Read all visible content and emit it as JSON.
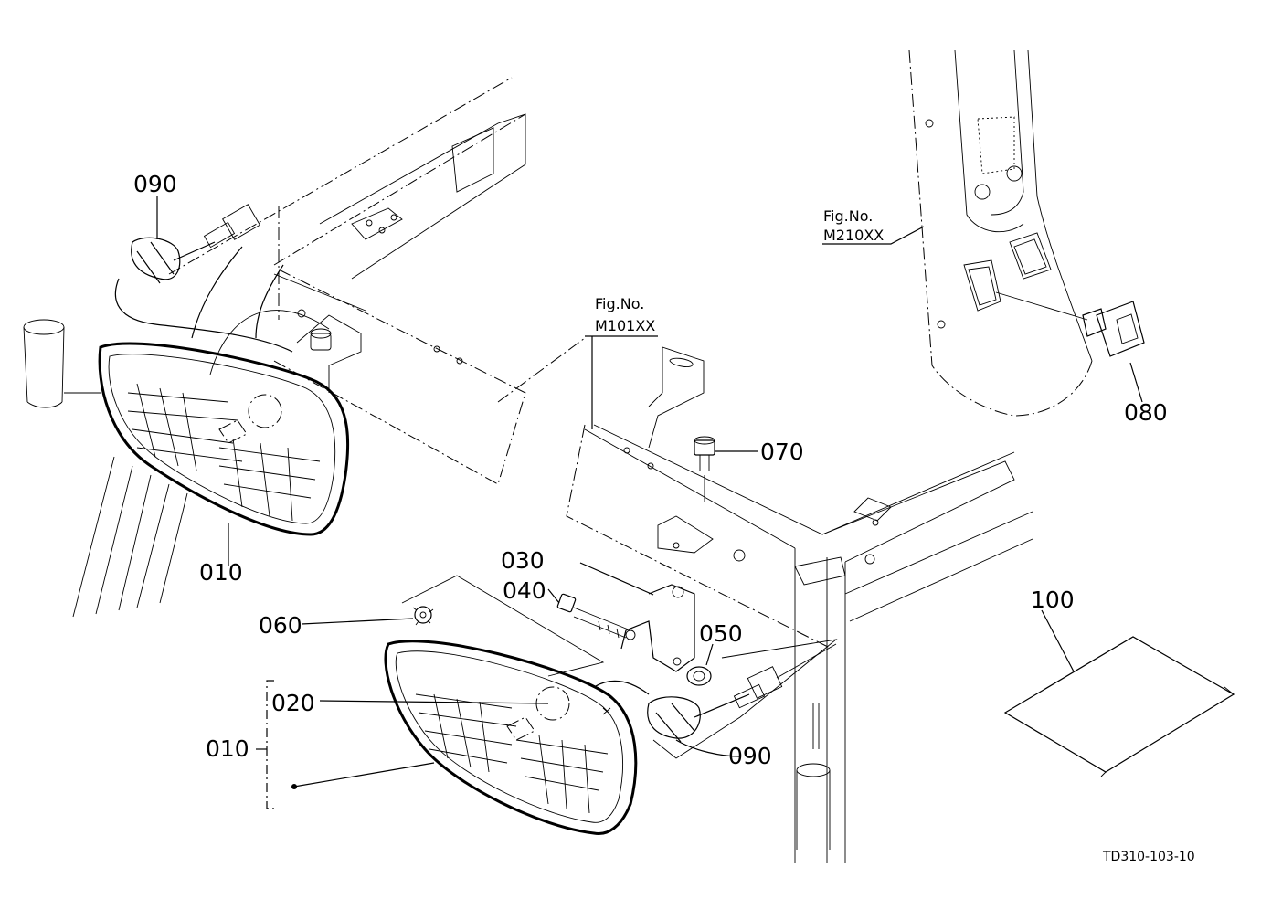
{
  "labels": {
    "p010_top": "010",
    "p010_bottom": "010",
    "p020": "020",
    "p030": "030",
    "p040": "040",
    "p050": "050",
    "p060": "060",
    "p070": "070",
    "p080": "080",
    "p090_top": "090",
    "p090_bottom": "090",
    "p100": "100"
  },
  "figure_refs": {
    "cab_ref": {
      "line1": "Fig.No.",
      "line2": "M210XX"
    },
    "frame_ref": {
      "line1": "Fig.No.",
      "line2": "M101XX"
    }
  },
  "drawing_code": "TD310-103-10",
  "icons": [
    "work-lamp",
    "wire-harness",
    "connector",
    "bracket",
    "bolt",
    "nut",
    "washer",
    "switch",
    "manual",
    "cab-frame",
    "roof-pillar"
  ]
}
